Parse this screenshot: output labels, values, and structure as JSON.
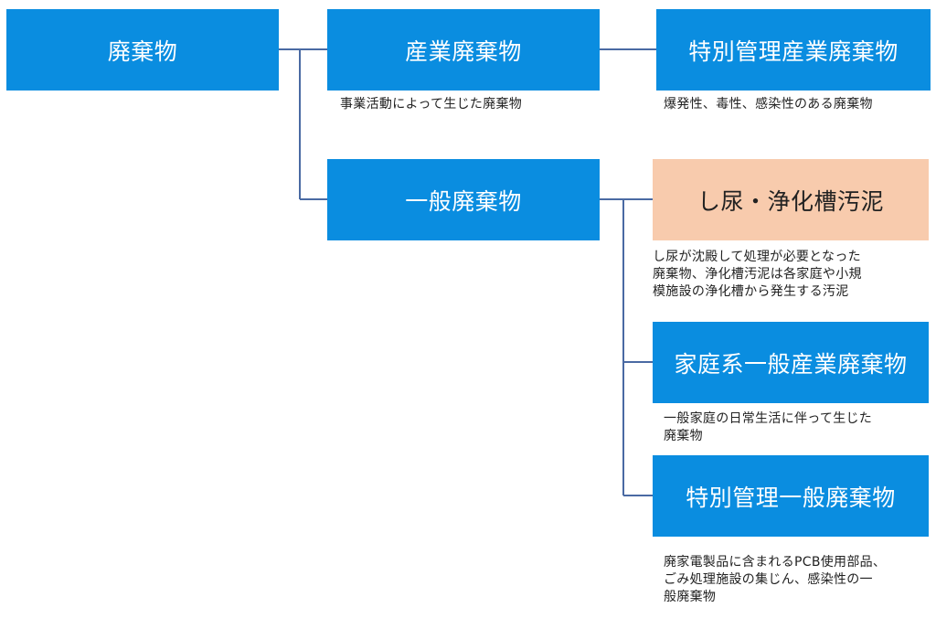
{
  "nodes": {
    "waste": "廃棄物",
    "industrial_waste": "産業廃棄物",
    "special_industrial_waste": "特別管理産業廃棄物",
    "general_waste": "一般廃棄物",
    "human_waste": "し尿・浄化槽汚泥",
    "household_waste": "家庭系一般産業廃棄物",
    "special_general_waste": "特別管理一般廃棄物"
  },
  "descriptions": {
    "industrial_waste": "事業活動によって生じた廃棄物",
    "special_industrial_waste": "爆発性、毒性、感染性のある廃棄物",
    "human_waste": [
      "し尿が沈殿して処理が必要となった",
      "廃棄物、浄化槽汚泥は各家庭や小規",
      "模施設の浄化槽から発生する汚泥"
    ],
    "household_waste": [
      "一般家庭の日常生活に伴って生じた",
      "廃棄物"
    ],
    "special_general_waste": [
      "廃家電製品に含まれるPCB使用部品、",
      "ごみ処理施設の集じん、感染性の一",
      "般廃棄物"
    ]
  },
  "colors": {
    "node_blue": "#0a8de0",
    "node_peach": "#f8cbad",
    "connector": "#4a6aa3"
  }
}
